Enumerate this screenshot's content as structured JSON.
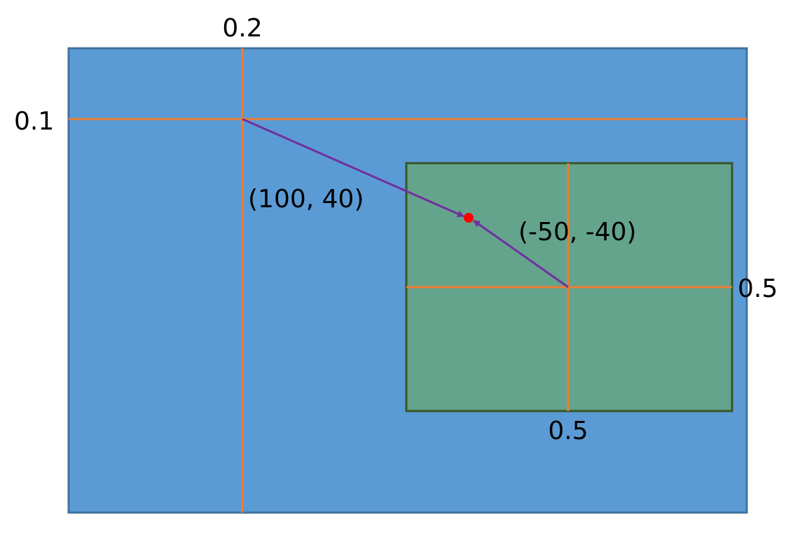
{
  "colors": {
    "outer_fill": "#5B9BD5",
    "outer_stroke": "#41719C",
    "inner_fill": "#64A48C",
    "inner_stroke": "#375623",
    "guide_line": "#ED7D31",
    "arrow": "#7030A0",
    "target_point": "#FF0000"
  },
  "labels": {
    "outer_anchor_x": "0.2",
    "outer_anchor_y": "0.1",
    "inner_anchor_right": "0.5",
    "inner_anchor_bottom": "0.5",
    "outer_offset": "(100, 40)",
    "inner_offset": "(-50, -40)"
  }
}
